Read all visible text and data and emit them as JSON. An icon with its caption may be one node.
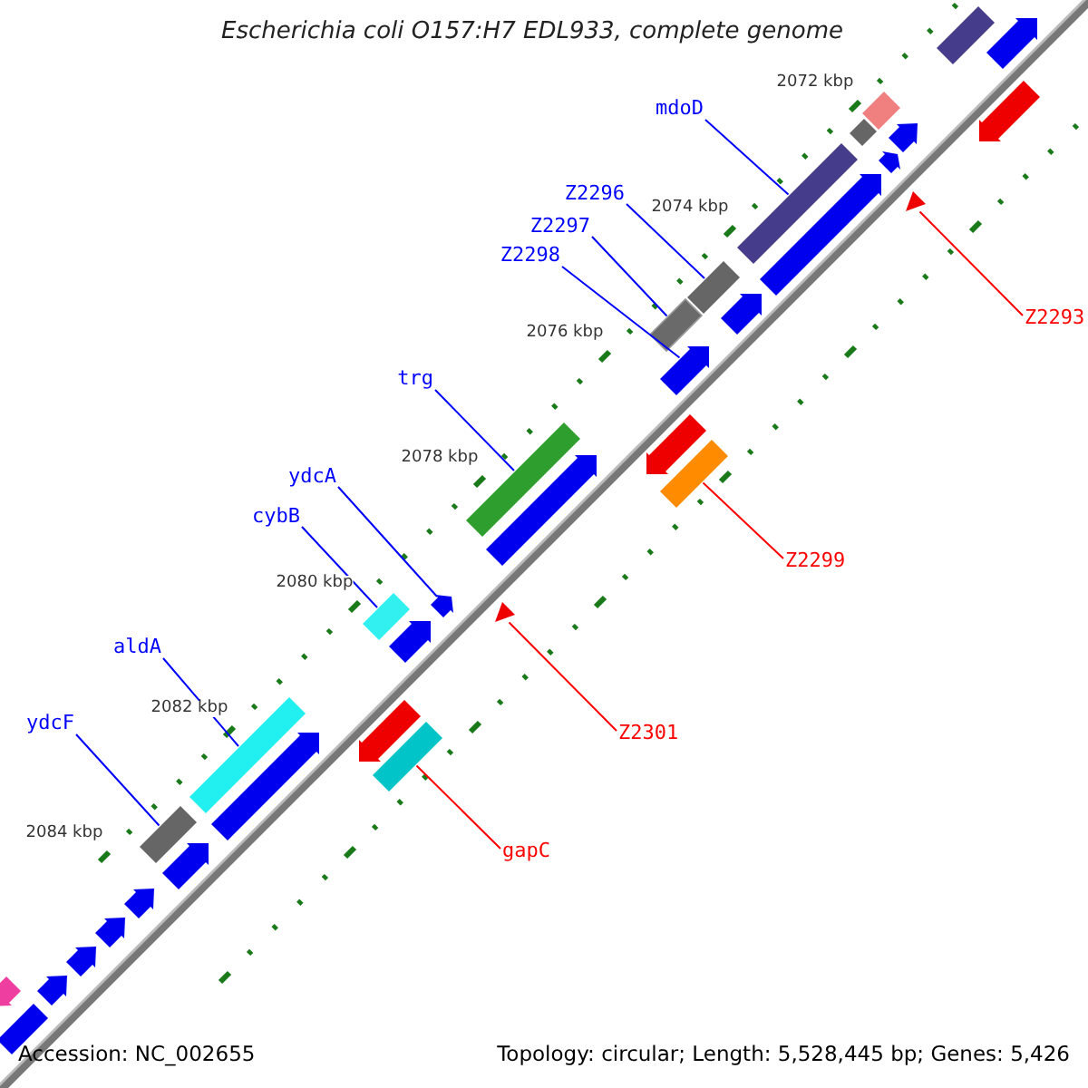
{
  "diagram": {
    "title": "Escherichia coli O157:H7 EDL933, complete genome",
    "nodes": [
      {
        "text": [
          "mdoD"
        ]
      },
      {
        "text": [
          "Z2296"
        ]
      },
      {
        "text": [
          "Z2297"
        ]
      },
      {
        "text": [
          "Z2298"
        ]
      },
      {
        "text": [
          "Z2293"
        ]
      },
      {
        "text": [
          "trg"
        ]
      },
      {
        "text": [
          "ydcA"
        ]
      },
      {
        "text": [
          "cybB"
        ]
      },
      {
        "text": [
          "Z2299"
        ]
      },
      {
        "text": [
          "aldA"
        ]
      },
      {
        "text": [
          "Z2301"
        ]
      },
      {
        "text": [
          "ydcF"
        ]
      },
      {
        "text": [
          "gapC"
        ]
      },
      {
        "text": [],
        "shape": "bar"
      },
      {
        "text": [],
        "shape": "bar"
      },
      {
        "text": [],
        "shape": "bar"
      },
      {
        "text": [],
        "shape": "arrow"
      },
      {
        "text": [],
        "shape": "triangle"
      },
      {
        "text": [],
        "shape": "bar"
      },
      {
        "text": [],
        "shape": "arrow"
      },
      {
        "text": [],
        "shape": "bar"
      },
      {
        "text": [],
        "shape": "bar"
      },
      {
        "text": [],
        "shape": "bar"
      },
      {
        "text": [],
        "shape": "triangle"
      },
      {
        "text": [],
        "shape": "bar"
      },
      {
        "text": [],
        "shape": "bar"
      },
      {
        "text": [],
        "shape": "bar"
      },
      {
        "text": [],
        "shape": "arrow"
      },
      {
        "text": [],
        "shape": "bar"
      },
      {
        "text": [],
        "shape": "arrow"
      },
      {
        "text": [],
        "shape": "bar"
      },
      {
        "text": [],
        "shape": "arrow"
      },
      {
        "text": [],
        "shape": "arrow"
      },
      {
        "text": [],
        "shape": "arrow"
      },
      {
        "text": [],
        "shape": "arrow"
      },
      {
        "text": [],
        "shape": "arrow"
      },
      {
        "text": [],
        "shape": "arrow"
      },
      {
        "text": [],
        "shape": "arrow"
      },
      {
        "text": [],
        "shape": "arrow"
      },
      {
        "text": [],
        "shape": "arrow"
      },
      {
        "text": [],
        "shape": "arrow"
      },
      {
        "text": [],
        "shape": "arrow"
      },
      {
        "text": [],
        "shape": "arrow"
      },
      {
        "text": [],
        "shape": "arrow"
      },
      {
        "text": [],
        "shape": "arrow"
      },
      {
        "text": [],
        "shape": "bar"
      },
      {
        "text": [],
        "shape": "arrow"
      }
    ],
    "edges": [
      {
        "from": 0,
        "to": 13,
        "arrow": "none"
      },
      {
        "from": 1,
        "to": 14,
        "arrow": "none"
      },
      {
        "from": 2,
        "to": 15,
        "arrow": "none"
      },
      {
        "from": 3,
        "to": 16,
        "arrow": "none"
      },
      {
        "from": 4,
        "to": 17,
        "arrow": "none",
        "color": "#ff0000"
      },
      {
        "from": 5,
        "to": 18,
        "arrow": "none"
      },
      {
        "from": 6,
        "to": 19,
        "arrow": "none"
      },
      {
        "from": 7,
        "to": 20,
        "arrow": "none"
      },
      {
        "from": 8,
        "to": 21,
        "arrow": "none",
        "color": "#ff0000"
      },
      {
        "from": 9,
        "to": 22,
        "arrow": "none"
      },
      {
        "from": 10,
        "to": 23,
        "arrow": "none",
        "color": "#ff0000"
      },
      {
        "from": 11,
        "to": 24,
        "arrow": "none"
      },
      {
        "from": 12,
        "to": 25,
        "arrow": "none",
        "color": "#ff0000"
      }
    ],
    "labels": [
      "2072 kbp",
      "2074 kbp",
      "2076 kbp",
      "2078 kbp",
      "2080 kbp",
      "2082 kbp",
      "2084 kbp",
      "Accession: NC_002655",
      "Topology: circular; Length: 5,528,445 bp; Genes: 5,426"
    ]
  }
}
